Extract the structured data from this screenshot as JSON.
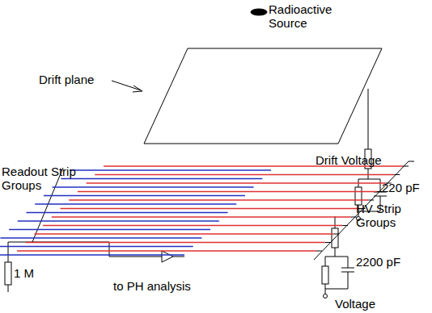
{
  "diagram": {
    "labels": [
      "Radioactive Source",
      "Drift plane",
      "Drift Voltage",
      "220 pF",
      "Readout Strip Groups",
      "HV Strip Groups",
      "2200 pF",
      "1 M",
      "to PH analysis",
      "Voltage"
    ]
  }
}
